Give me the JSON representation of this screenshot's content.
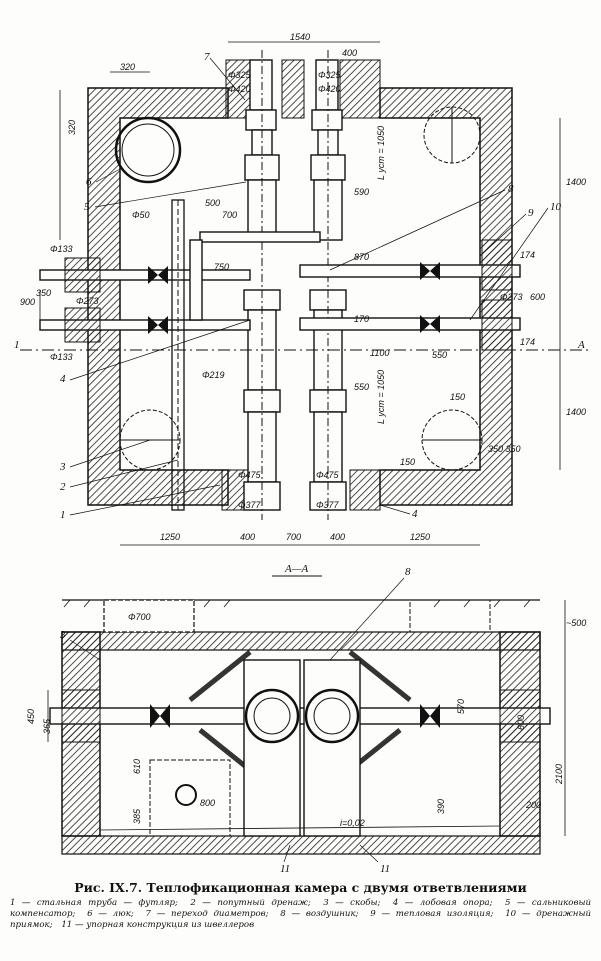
{
  "figure": {
    "title": "Рис. IX.7. Теплофикационная камера с двумя ответвлениями",
    "legend": [
      "1 — стальная труба — футляр;",
      "2 — попутный дренаж;",
      "3 — скобы;",
      "4 — лобовая опора;",
      "5 — сальниковый компенсатор;",
      "6 — люк;",
      "7 — переход диаметров;",
      "8 — воздушник;",
      "9 — тепловая изоляция;",
      "10 — дренажный приямок;",
      "11 — упорная конструкция из швеллеров"
    ]
  },
  "plan": {
    "dims_top": [
      "1540",
      "320",
      "400"
    ],
    "pipe_top": [
      "Φ325",
      "Φ420",
      "Φ325",
      "Φ420"
    ],
    "pipe_bottom": [
      "Φ475",
      "Φ377",
      "Φ475",
      "Φ377"
    ],
    "dims_bottom": [
      "1250",
      "400",
      "700",
      "400",
      "1250"
    ],
    "dims_left": [
      "320",
      "900",
      "350"
    ],
    "dims_left_pipes": [
      "Φ133",
      "Φ133",
      "Φ273"
    ],
    "dims_right": [
      "1400",
      "1400",
      "600",
      "174",
      "174",
      "350 350"
    ],
    "dims_inner": [
      "500",
      "700",
      "750",
      "590",
      "870",
      "170",
      "550",
      "1100",
      "550",
      "150",
      "150",
      "Φ50",
      "Φ219",
      "Φ273"
    ],
    "dims_inner_text": [
      "L уст = 1050",
      "L уст = 1050"
    ],
    "section_mark": "1",
    "section_mark_right": "A",
    "callouts": [
      "7",
      "6",
      "5",
      "8",
      "9",
      "10",
      "4",
      "3",
      "2",
      "1",
      "4"
    ]
  },
  "section": {
    "title": "А—А",
    "dims": [
      "Φ700",
      "~500",
      "2100",
      "200",
      "450",
      "365",
      "610",
      "385",
      "800",
      "570",
      "600",
      "390",
      "i=0,02"
    ],
    "callouts": [
      "8",
      "3",
      "11",
      "11"
    ]
  }
}
